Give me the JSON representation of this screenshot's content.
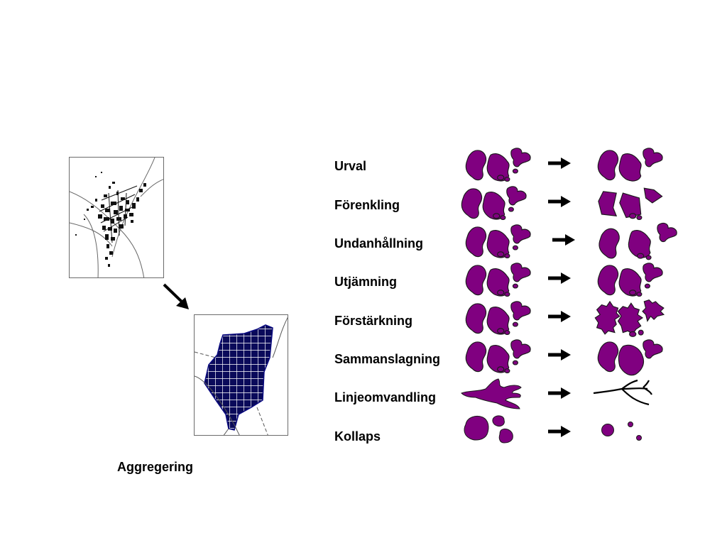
{
  "colors": {
    "shape_fill": "#800080",
    "shape_stroke": "#1a1a1a",
    "result_fill": "#0a0a5a",
    "arrow": "#000000"
  },
  "aggregation": {
    "caption": "Aggregering"
  },
  "operations": [
    {
      "label": "Urval"
    },
    {
      "label": "Förenkling"
    },
    {
      "label": "Undanhållning"
    },
    {
      "label": "Utjämning"
    },
    {
      "label": "Förstärkning"
    },
    {
      "label": "Sammanslagning"
    },
    {
      "label": "Linjeomvandling"
    },
    {
      "label": "Kollaps"
    }
  ]
}
